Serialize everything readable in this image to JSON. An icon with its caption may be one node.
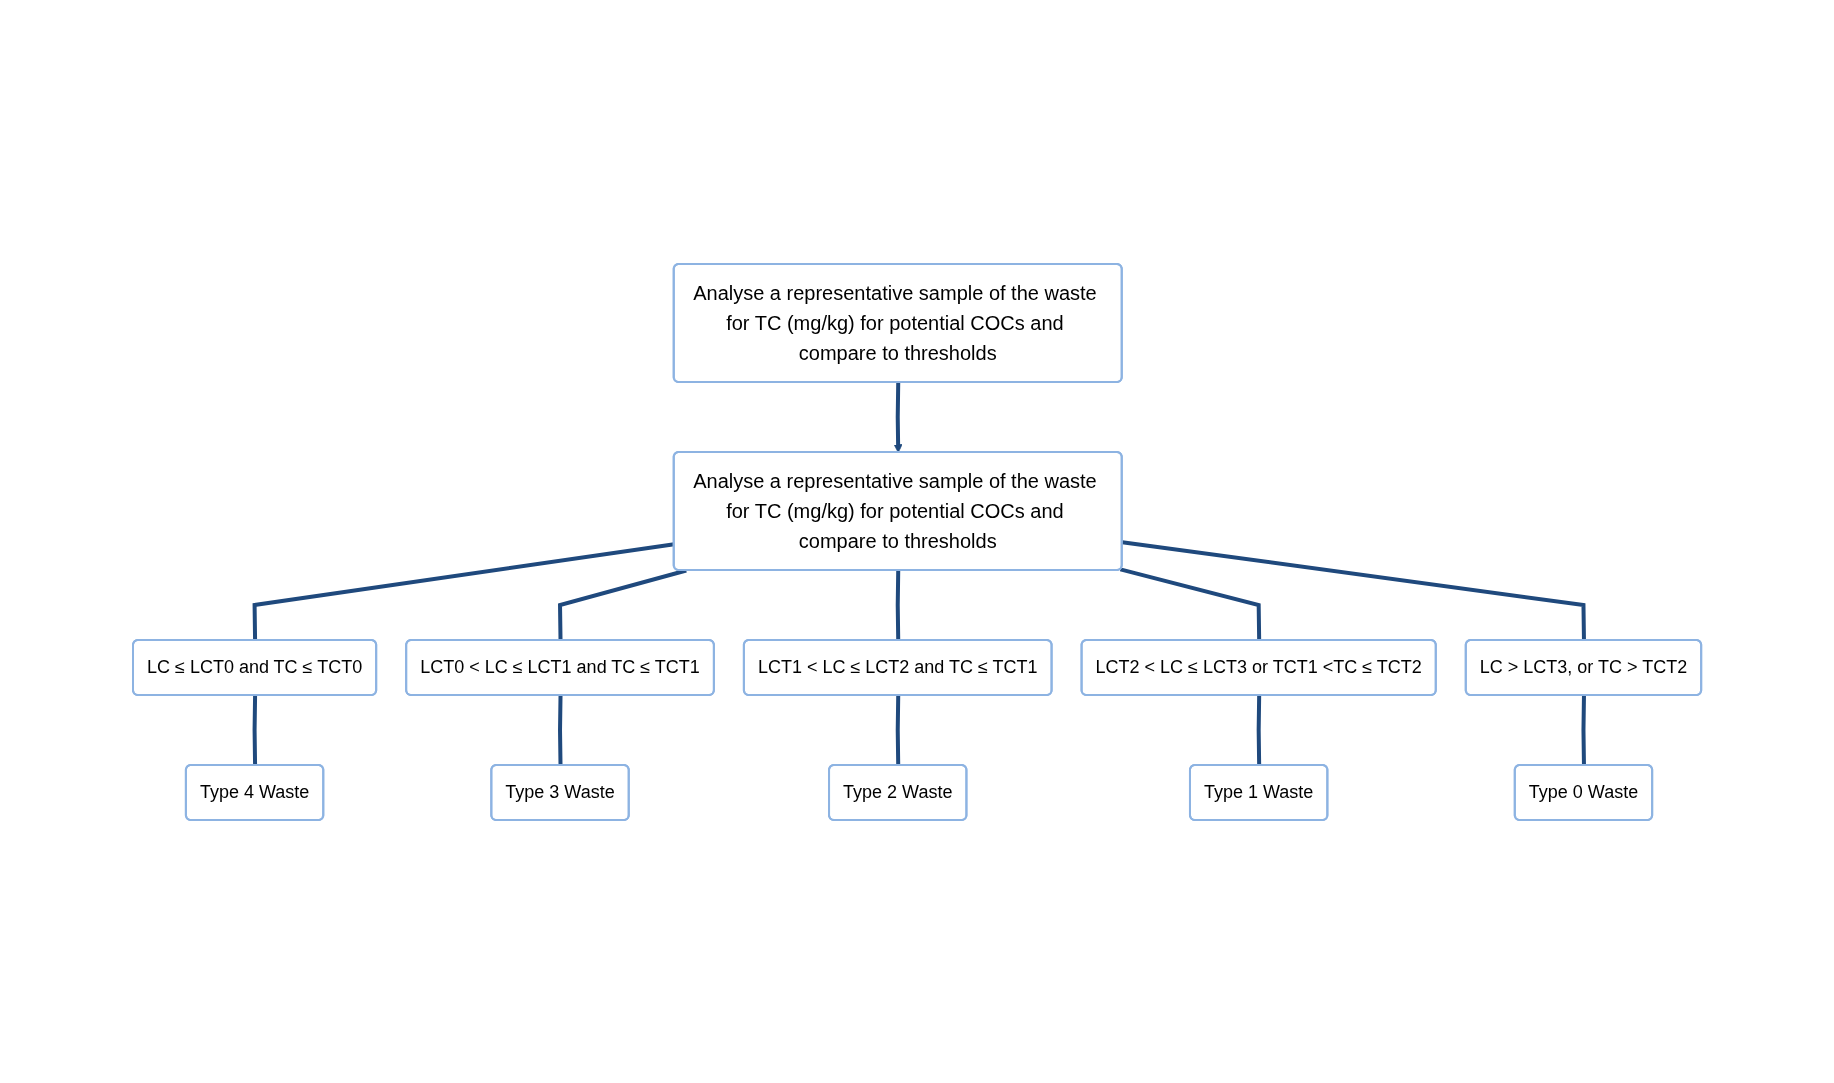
{
  "diagram": {
    "nodes": [
      {
        "text": [
          "Analyse a representative sample of the waste for TC (mg/kg) for potential COCs and compare to thresholds"
        ]
      },
      {
        "text": [
          "Analyse a representative sample of the waste for TC (mg/kg) for potential COCs and compare to thresholds"
        ]
      },
      {
        "text": [
          "LC ≤ LCT0 and TC ≤ TCT0"
        ]
      },
      {
        "text": [
          "LCT0 < LC ≤ LCT1 and TC ≤ TCT1"
        ]
      },
      {
        "text": [
          "LCT1 < LC ≤ LCT2 and TC ≤ TCT1"
        ]
      },
      {
        "text": [
          "LCT2 < LC ≤ LCT3 or TCT1 <TC ≤ TCT2"
        ]
      },
      {
        "text": [
          "LC > LCT3, or TC > TCT2"
        ]
      },
      {
        "text": [
          "Type 4 Waste"
        ]
      },
      {
        "text": [
          "Type 3 Waste"
        ]
      },
      {
        "text": [
          "Type 2 Waste"
        ]
      },
      {
        "text": [
          "Type 1 Waste"
        ]
      },
      {
        "text": [
          "Type 0 Waste"
        ]
      }
    ],
    "edges": [
      {
        "from": 0,
        "to": 1,
        "arrow": "to"
      },
      {
        "from": 1,
        "to": 2,
        "arrow": "none"
      },
      {
        "from": 1,
        "to": 3,
        "arrow": "none"
      },
      {
        "from": 1,
        "to": 4,
        "arrow": "none"
      },
      {
        "from": 1,
        "to": 5,
        "arrow": "none"
      },
      {
        "from": 1,
        "to": 6,
        "arrow": "none"
      },
      {
        "from": 2,
        "to": 7,
        "arrow": "none"
      },
      {
        "from": 3,
        "to": 8,
        "arrow": "none"
      },
      {
        "from": 4,
        "to": 9,
        "arrow": "none"
      },
      {
        "from": 5,
        "to": 10,
        "arrow": "none"
      },
      {
        "from": 6,
        "to": 11,
        "arrow": "none"
      }
    ]
  }
}
